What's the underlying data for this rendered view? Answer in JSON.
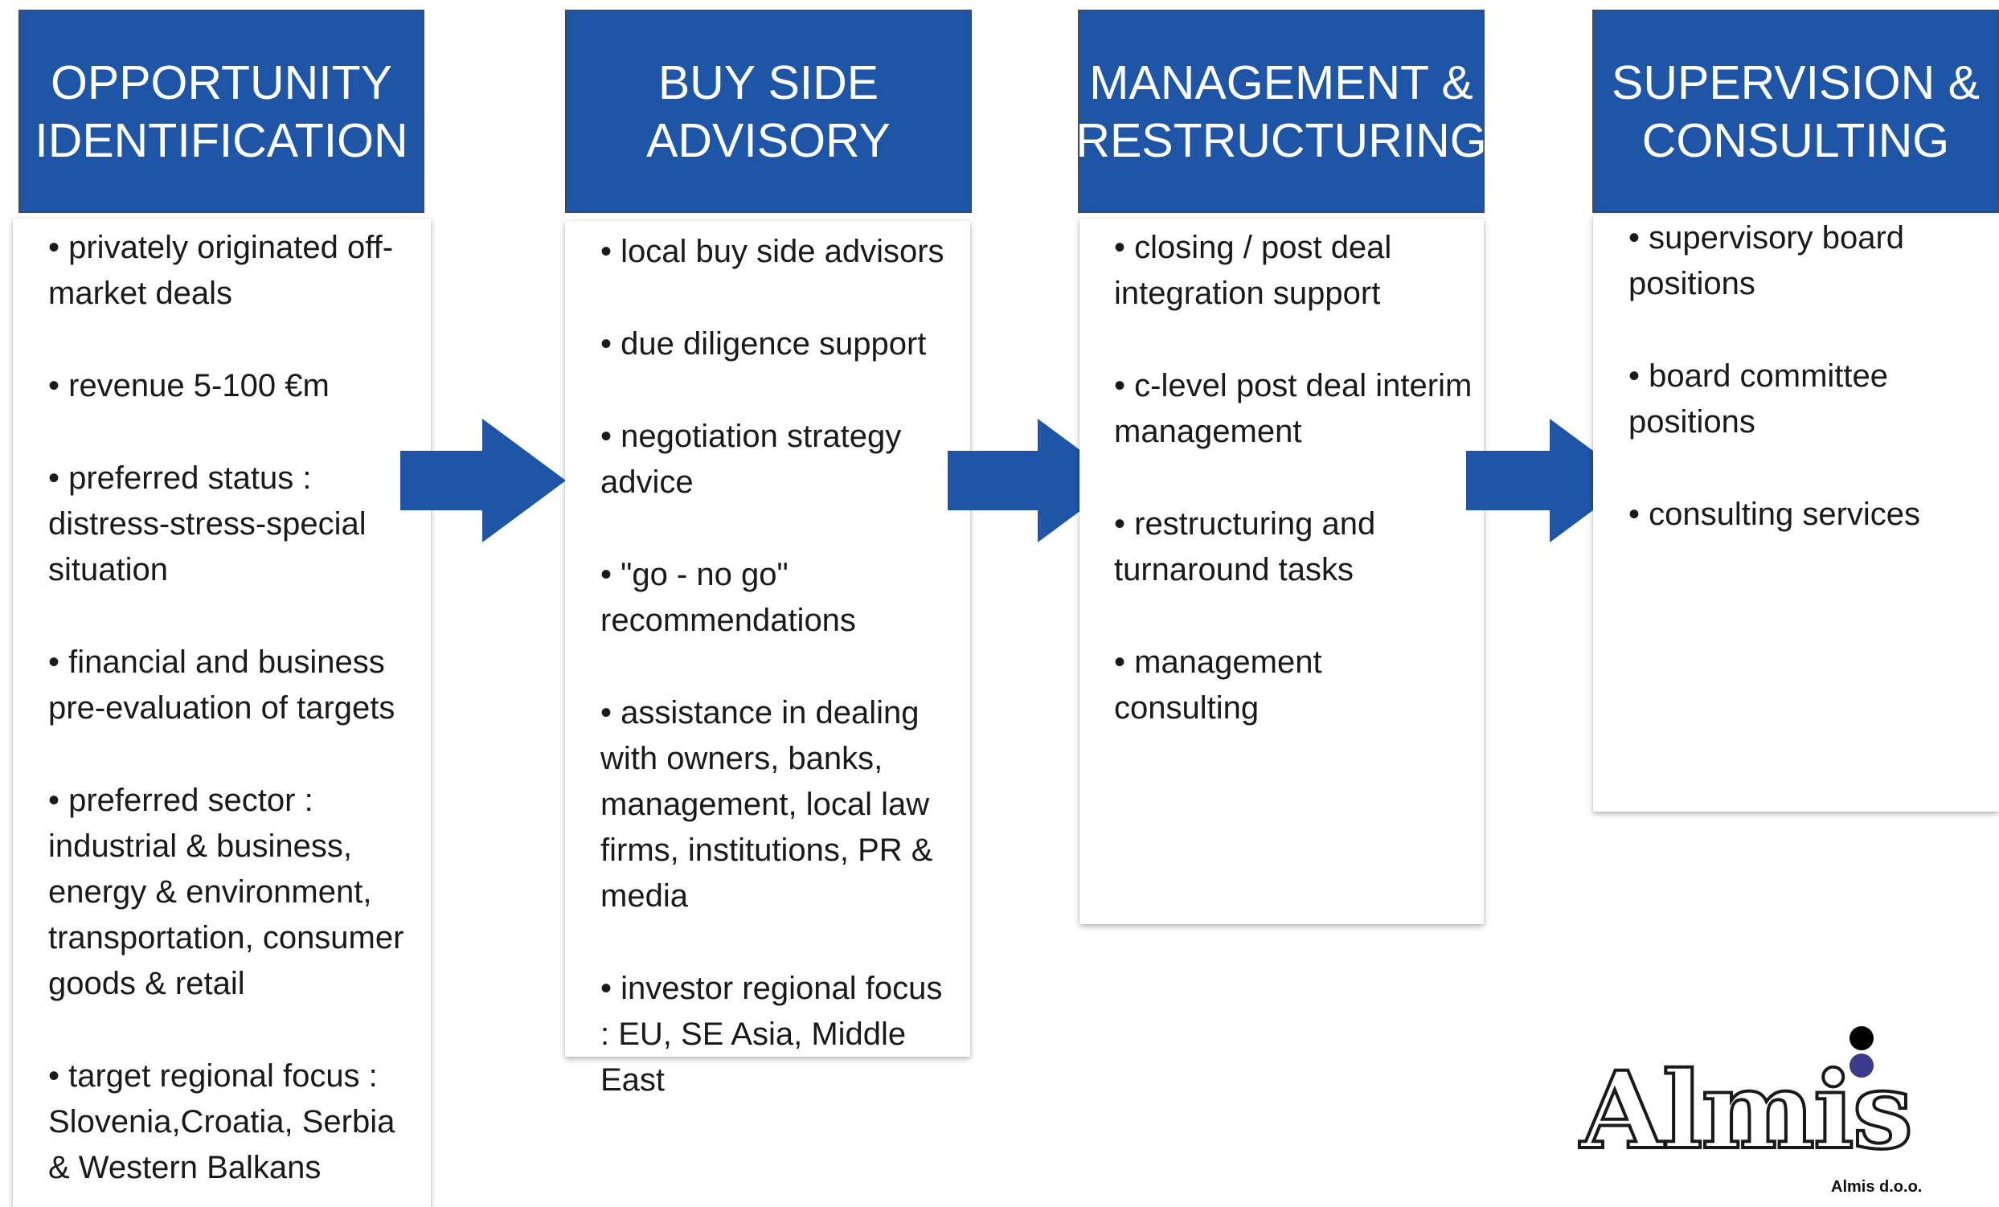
{
  "columns": [
    {
      "header": [
        "OPPORTUNITY",
        "IDENTIFICATION"
      ],
      "items": [
        "• privately originated off-market deals",
        "• revenue 5-100 €m",
        "• preferred status : distress-stress-special situation",
        "• financial and business pre-evaluation of targets",
        "• preferred sector : industrial & business, energy & environment, transportation, consumer goods & retail",
        "• target regional focus : Slovenia,Croatia, Serbia & Western Balkans"
      ]
    },
    {
      "header": [
        "BUY SIDE",
        "ADVISORY"
      ],
      "items": [
        "• local buy side advisors",
        "• due diligence support",
        "• negotiation strategy advice",
        "• \"go - no go\" recommendations",
        "• assistance  in dealing with owners, banks, management, local law firms, institutions, PR & media",
        "• investor regional focus : EU, SE Asia, Middle East"
      ]
    },
    {
      "header": [
        "MANAGEMENT &",
        "RESTRUCTURING"
      ],
      "items": [
        "• closing / post deal integration support",
        "• c-level post deal interim management",
        "• restructuring and turnaround tasks",
        "• management consulting"
      ]
    },
    {
      "header": [
        "SUPERVISION &",
        "CONSULTING"
      ],
      "items": [
        "• supervisory board positions",
        "• board committee positions",
        "• consulting services"
      ]
    }
  ],
  "logo": {
    "text": "Almis",
    "company": "Almis d.o.o."
  },
  "colors": {
    "header_blue": "#1f55a7",
    "arrow_blue": "#1f55a7",
    "dot_black": "#000000",
    "dot_purple": "#3c3a8c"
  }
}
